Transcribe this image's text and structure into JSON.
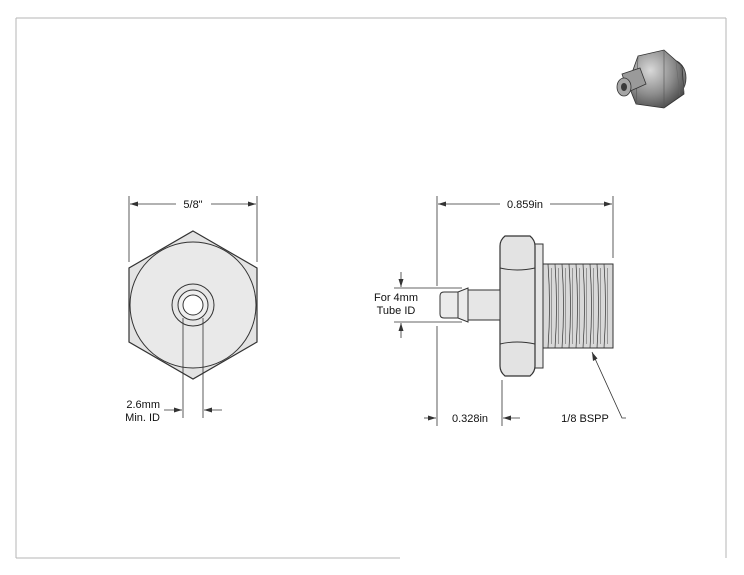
{
  "colors": {
    "line": "#333333",
    "frame": "#b5b5b5",
    "part_fill": "#e3e3e3",
    "part_fill_light": "#eeeeee",
    "thread_fill": "#d8d8d8",
    "bore_fill": "#ffffff"
  },
  "front_view": {
    "width_label": "5/8\"",
    "id_label_line1": "2.6mm",
    "id_label_line2": "Min. ID"
  },
  "side_view": {
    "length_label": "0.859in",
    "tube_label_line1": "For 4mm",
    "tube_label_line2": "Tube ID",
    "barb_length_label": "0.328in",
    "thread_label": "1/8 BSPP"
  }
}
